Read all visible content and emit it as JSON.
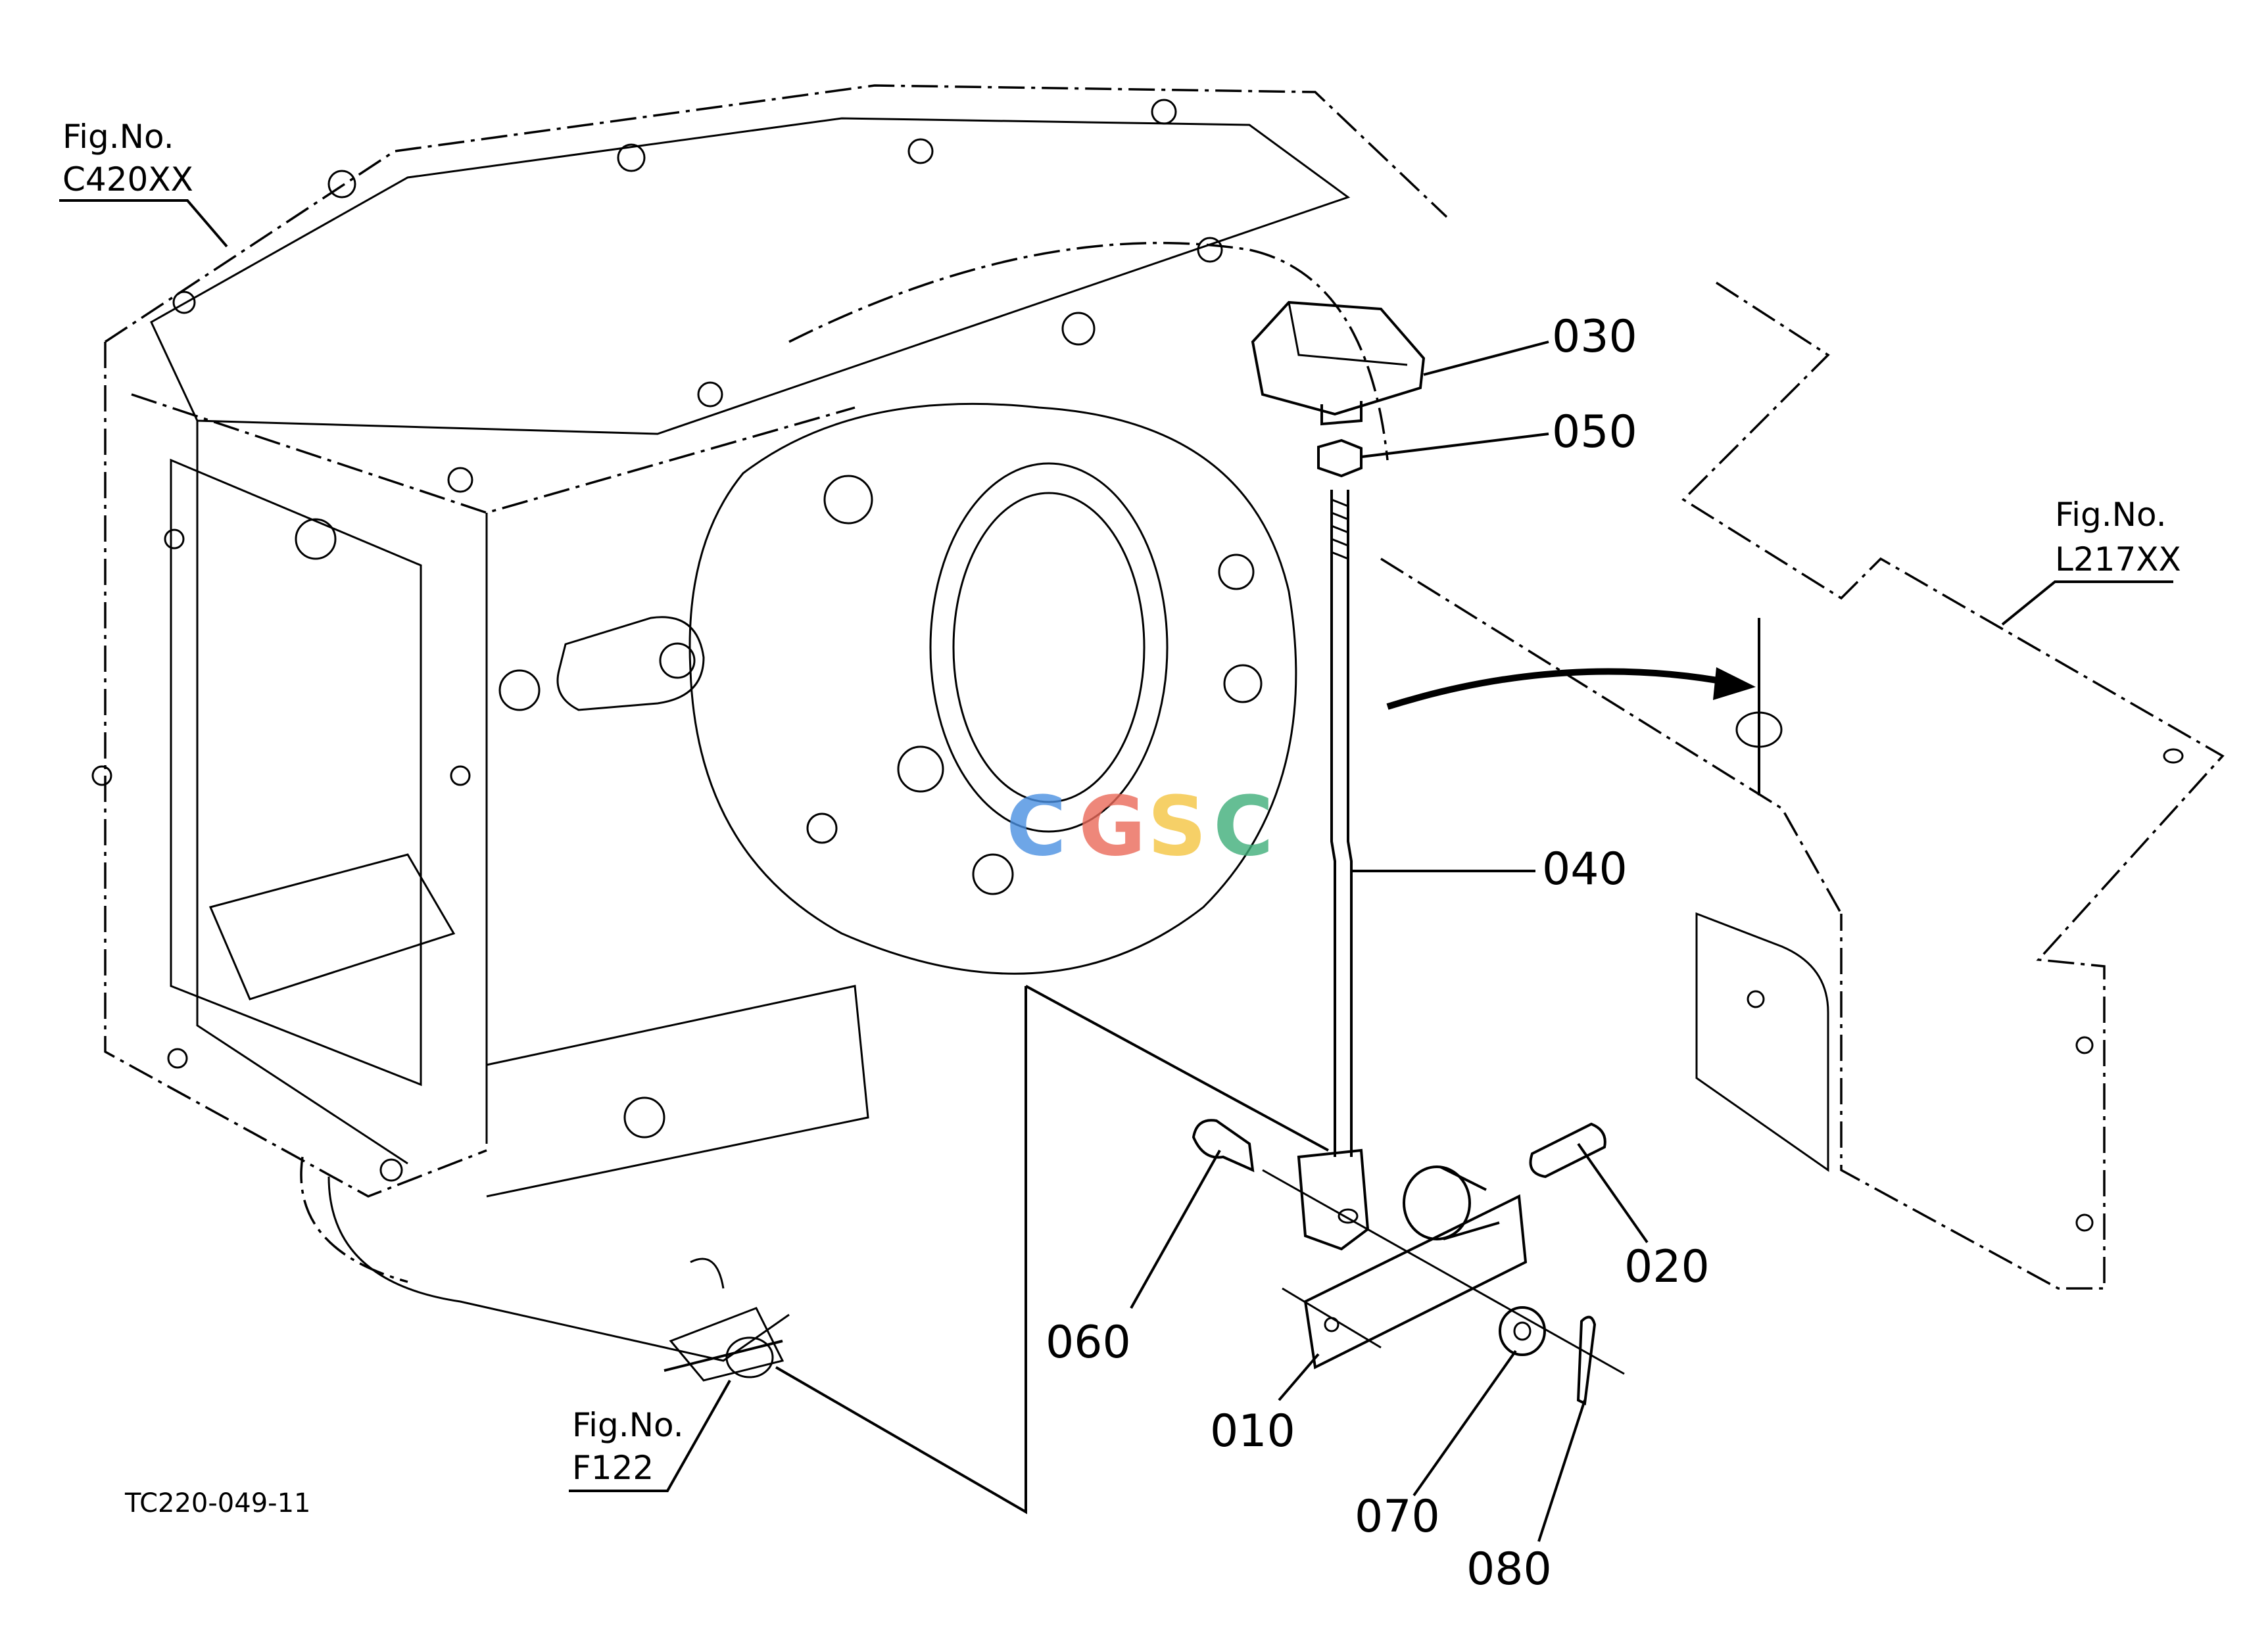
{
  "parts": {
    "p010": "010",
    "p020": "020",
    "p030": "030",
    "p040": "040",
    "p050": "050",
    "p060": "060",
    "p070": "070",
    "p080": "080"
  },
  "figure_refs": {
    "c420": {
      "title": "Fig.No.",
      "code": "C420XX"
    },
    "l217": {
      "title": "Fig.No.",
      "code": "L217XX"
    },
    "f122": {
      "title": "Fig.No.",
      "code": "F122"
    }
  },
  "drawing_code": "TC220-049-11",
  "watermark": {
    "letters": [
      "C",
      "G",
      "S",
      "C"
    ],
    "colors": [
      "#4A90E2",
      "#EA6A5A",
      "#F5C542",
      "#3FAE7A"
    ]
  }
}
